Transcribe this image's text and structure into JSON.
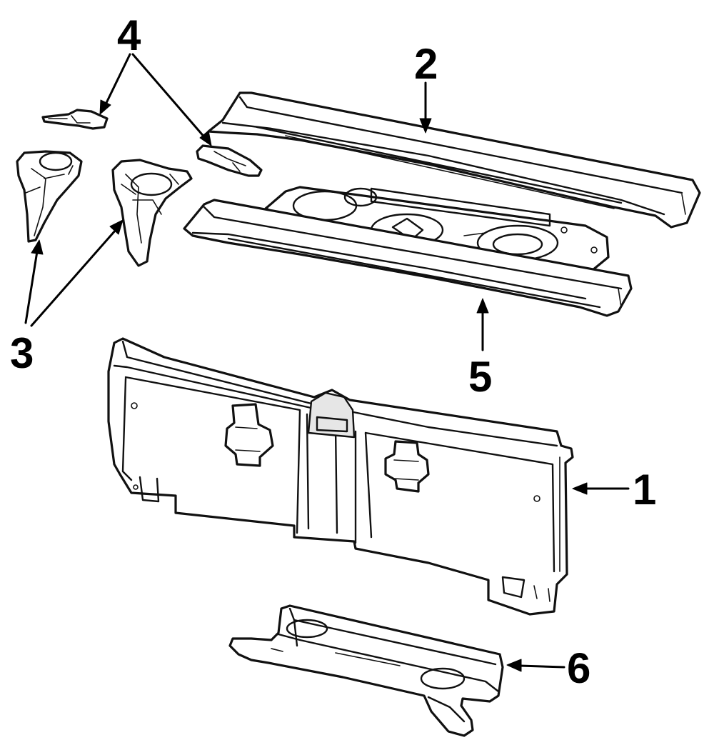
{
  "diagram": {
    "callouts": [
      {
        "id": "1",
        "label": "1"
      },
      {
        "id": "2",
        "label": "2"
      },
      {
        "id": "3",
        "label": "3"
      },
      {
        "id": "4",
        "label": "4"
      },
      {
        "id": "5",
        "label": "5"
      },
      {
        "id": "6",
        "label": "6"
      }
    ],
    "colors": {
      "line": "#111111",
      "fill": "#ffffff",
      "shade": "#e6e6e6"
    }
  }
}
